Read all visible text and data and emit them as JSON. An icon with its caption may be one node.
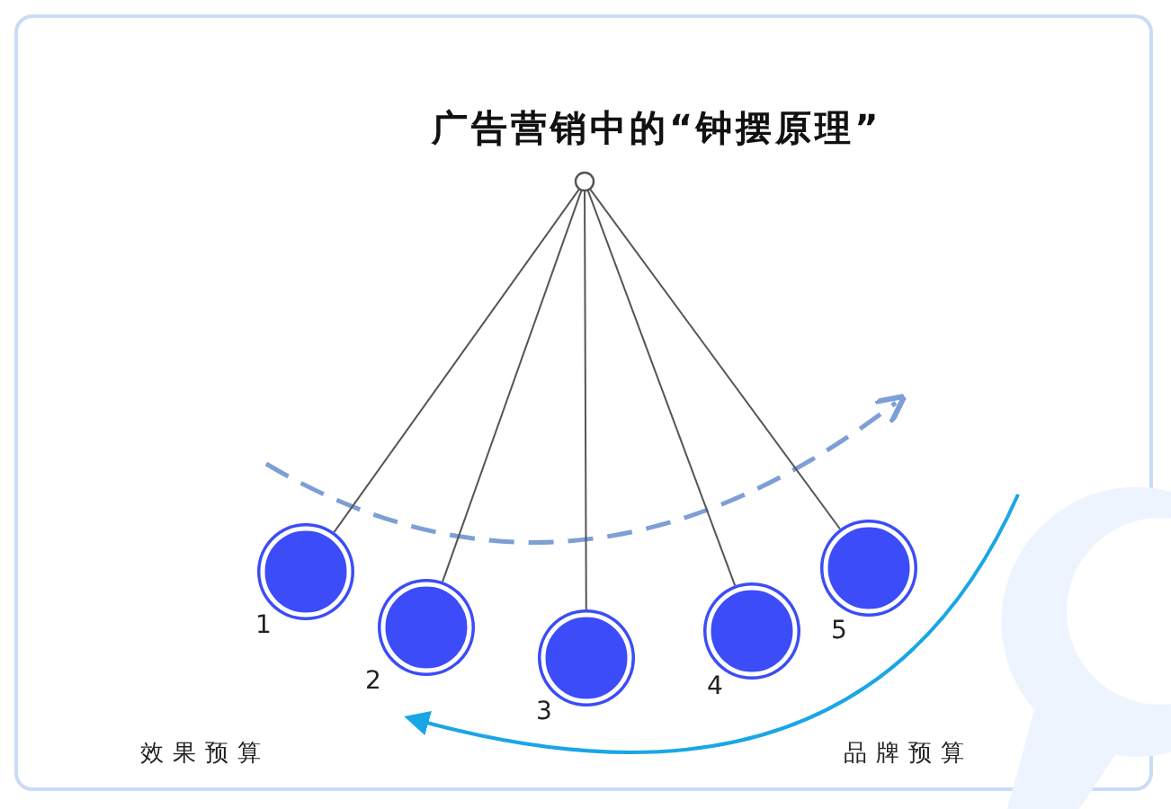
{
  "diagram": {
    "title": "广告营销中的“钟摆原理”",
    "nodes": [
      {
        "text": [],
        "shape": "circle"
      },
      {
        "text": [],
        "shape": "circle",
        "beside": [
          "1"
        ]
      },
      {
        "text": [],
        "shape": "circle",
        "beside": [
          "2"
        ]
      },
      {
        "text": [],
        "shape": "circle",
        "beside": [
          "3"
        ]
      },
      {
        "text": [],
        "shape": "circle",
        "beside": [
          "4"
        ]
      },
      {
        "text": [],
        "shape": "circle",
        "beside": [
          "5"
        ]
      }
    ],
    "edges": [
      {
        "from": 0,
        "to": 1,
        "arrow": "none"
      },
      {
        "from": 0,
        "to": 2,
        "arrow": "none"
      },
      {
        "from": 0,
        "to": 3,
        "arrow": "none"
      },
      {
        "from": 0,
        "to": 4,
        "arrow": "none"
      },
      {
        "from": 0,
        "to": 5,
        "arrow": "none"
      }
    ],
    "labels": [
      "效果预算",
      "品牌预算"
    ]
  }
}
